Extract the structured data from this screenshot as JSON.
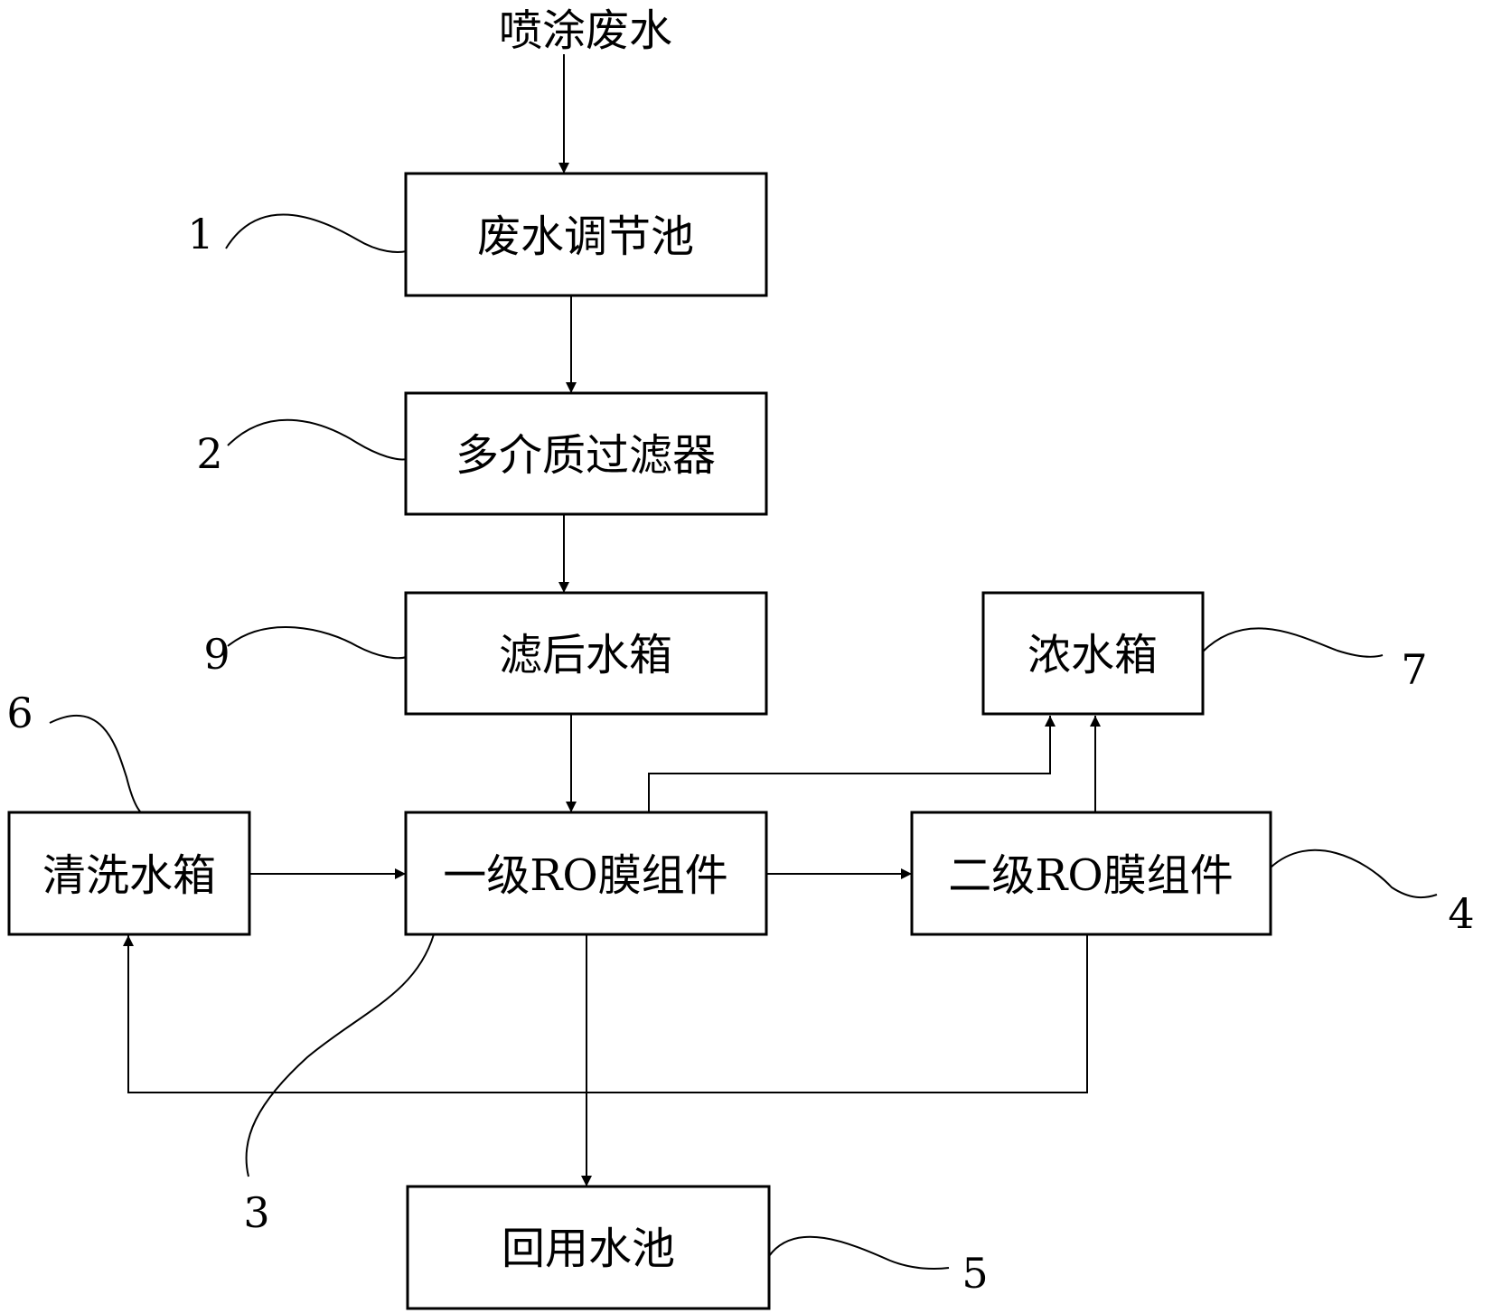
{
  "input_label": "喷涂废水",
  "nodes": {
    "n1": {
      "label": "废水调节池",
      "ref": "1"
    },
    "n2": {
      "label": "多介质过滤器",
      "ref": "2"
    },
    "n9": {
      "label": "滤后水箱",
      "ref": "9"
    },
    "n3": {
      "label": "一级RO膜组件",
      "ref": "3"
    },
    "n4": {
      "label": "二级RO膜组件",
      "ref": "4"
    },
    "n5": {
      "label": "回用水池",
      "ref": "5"
    },
    "n6": {
      "label": "清洗水箱",
      "ref": "6"
    },
    "n7": {
      "label": "浓水箱",
      "ref": "7"
    }
  }
}
